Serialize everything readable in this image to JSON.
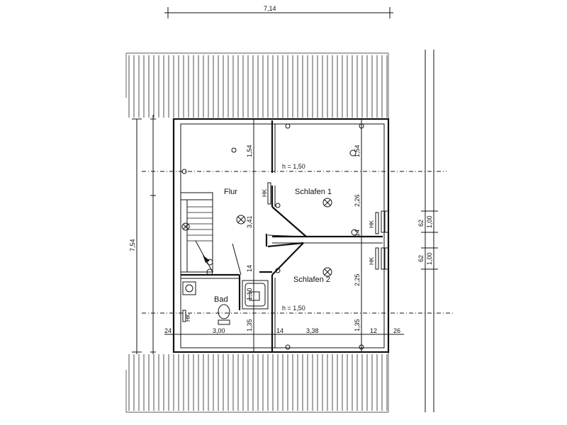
{
  "rooms": {
    "flur": "Flur",
    "schlafen1": "Schlafen  1",
    "schlafen2": "Schlafen  2",
    "bad": "Bad"
  },
  "heights": {
    "top": "h = 1,50",
    "bottom": "h = 1,50"
  },
  "heater_label": "HK",
  "dimensions": {
    "overall_width": "7,14",
    "overall_depth": "7,54",
    "flur_depth_top": "1,54",
    "schlafen1_depth_top": "1,54",
    "flur_length": "3,41",
    "schlafen1_length": "2,26",
    "schlafen2_length": "2,25",
    "partition_14_upper": "14",
    "partition_14_mid": "14",
    "bath_top": "1,10",
    "bath_bottom_left": "1,35",
    "bath_bottom_right": "1,35",
    "wall_24": "24",
    "width_300": "3,00",
    "width_14": "14",
    "width_338": "3,38",
    "wall_12": "12",
    "wall_26": "26",
    "window_62_top": "62",
    "window_100_top": "1,00",
    "window_62_bottom": "62",
    "window_100_bottom": "1,00"
  }
}
